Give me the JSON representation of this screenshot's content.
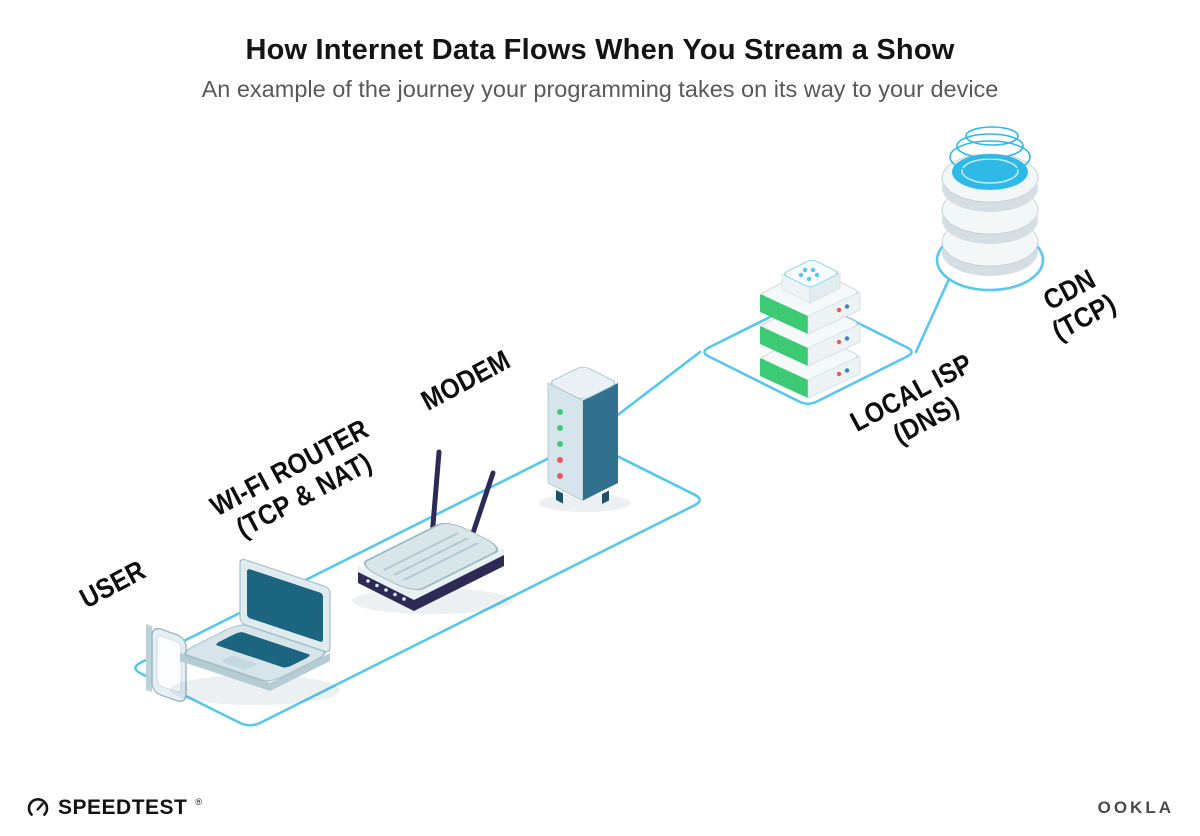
{
  "header": {
    "title": "How Internet Data Flows When You Stream a Show",
    "subtitle": "An example of the journey your programming takes on its way to your device"
  },
  "diagram": {
    "nodes": [
      {
        "id": "user",
        "label": "USER",
        "sublabel": "",
        "device": "smartphone-and-laptop"
      },
      {
        "id": "wifi-router",
        "label": "WI-FI ROUTER",
        "sublabel": "(TCP & NAT)",
        "device": "wireless-router"
      },
      {
        "id": "modem",
        "label": "MODEM",
        "sublabel": "",
        "device": "modem-tower"
      },
      {
        "id": "local-isp",
        "label": "LOCAL ISP",
        "sublabel": "(DNS)",
        "device": "server-stack"
      },
      {
        "id": "cdn",
        "label": "CDN",
        "sublabel": "(TCP)",
        "device": "database-cylinders"
      }
    ],
    "colors": {
      "connection_line": "#57C8EB",
      "device_teal_dark": "#1B6580",
      "device_steel_blue": "#31708F",
      "router_navy": "#2D2B55",
      "server_green": "#3CCB74",
      "led_green": "#3FCB76",
      "led_red": "#E25A5A",
      "led_blue": "#2F86C8",
      "cdn_blue": "#2EB9E6",
      "device_light": "#D8E6EA"
    }
  },
  "footer": {
    "speedtest_label": "SPEEDTEST",
    "speedtest_mark": "®",
    "ookla_label": "OOKLA"
  }
}
